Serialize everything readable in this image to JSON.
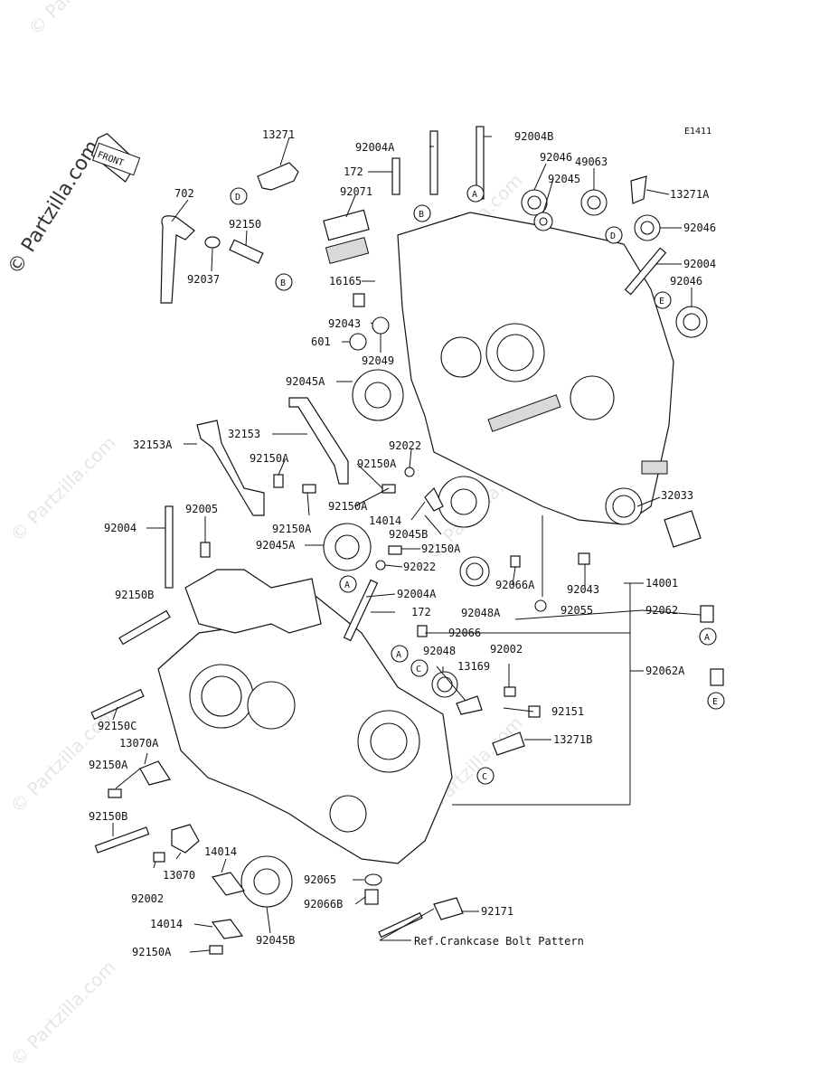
{
  "watermark": {
    "brand": "© Partzilla.com"
  },
  "diagram_code": "E1411",
  "front_stamp": "FRONT",
  "reference_note": "Ref.Crankcase Bolt Pattern",
  "markers": [
    "A",
    "B",
    "C",
    "D",
    "E"
  ],
  "labels": [
    {
      "id": "l13271",
      "text": "13271"
    },
    {
      "id": "l92004A_top",
      "text": "92004A"
    },
    {
      "id": "l92004B",
      "text": "92004B"
    },
    {
      "id": "l172_top",
      "text": "172"
    },
    {
      "id": "l92046_a",
      "text": "92046"
    },
    {
      "id": "l49063",
      "text": "49063"
    },
    {
      "id": "l92045_a",
      "text": "92045"
    },
    {
      "id": "l702",
      "text": "702"
    },
    {
      "id": "l92071",
      "text": "92071"
    },
    {
      "id": "l13271A",
      "text": "13271A"
    },
    {
      "id": "l92150",
      "text": "92150"
    },
    {
      "id": "l92046_b",
      "text": "92046"
    },
    {
      "id": "l92037",
      "text": "92037"
    },
    {
      "id": "l92004_r",
      "text": "92004"
    },
    {
      "id": "l16165",
      "text": "16165"
    },
    {
      "id": "l92046_c",
      "text": "92046"
    },
    {
      "id": "l92043_a",
      "text": "92043"
    },
    {
      "id": "l601",
      "text": "601"
    },
    {
      "id": "l92049",
      "text": "92049"
    },
    {
      "id": "l92045A_a",
      "text": "92045A"
    },
    {
      "id": "l32153",
      "text": "32153"
    },
    {
      "id": "l32153A",
      "text": "32153A"
    },
    {
      "id": "l92022_a",
      "text": "92022"
    },
    {
      "id": "l92150A_a",
      "text": "92150A"
    },
    {
      "id": "l92150A_b",
      "text": "92150A"
    },
    {
      "id": "l92150A_c",
      "text": "92150A"
    },
    {
      "id": "l14014_a",
      "text": "14014"
    },
    {
      "id": "l32033",
      "text": "32033"
    },
    {
      "id": "l92004_l",
      "text": "92004"
    },
    {
      "id": "l92005",
      "text": "92005"
    },
    {
      "id": "l92150A_d",
      "text": "92150A"
    },
    {
      "id": "l92045A_b",
      "text": "92045A"
    },
    {
      "id": "l92045B_a",
      "text": "92045B"
    },
    {
      "id": "l92150A_e",
      "text": "92150A"
    },
    {
      "id": "l92022_b",
      "text": "92022"
    },
    {
      "id": "l92043_b",
      "text": "92043"
    },
    {
      "id": "l14001",
      "text": "14001"
    },
    {
      "id": "l92150B_a",
      "text": "92150B"
    },
    {
      "id": "l92004A_mid",
      "text": "92004A"
    },
    {
      "id": "l92048A",
      "text": "92048A"
    },
    {
      "id": "l92066A",
      "text": "92066A"
    },
    {
      "id": "l92062",
      "text": "92062"
    },
    {
      "id": "l92055",
      "text": "92055"
    },
    {
      "id": "l172_mid",
      "text": "172"
    },
    {
      "id": "l92066",
      "text": "92066"
    },
    {
      "id": "l92048",
      "text": "92048"
    },
    {
      "id": "l92002_a",
      "text": "92002"
    },
    {
      "id": "l92062A",
      "text": "92062A"
    },
    {
      "id": "l13169",
      "text": "13169"
    },
    {
      "id": "l92151",
      "text": "92151"
    },
    {
      "id": "l92150C",
      "text": "92150C"
    },
    {
      "id": "l13070A",
      "text": "13070A"
    },
    {
      "id": "l13271B",
      "text": "13271B"
    },
    {
      "id": "l92150A_f",
      "text": "92150A"
    },
    {
      "id": "l92150B_b",
      "text": "92150B"
    },
    {
      "id": "l14014_b",
      "text": "14014"
    },
    {
      "id": "l13070",
      "text": "13070"
    },
    {
      "id": "l92002_b",
      "text": "92002"
    },
    {
      "id": "l92065",
      "text": "92065"
    },
    {
      "id": "l92066B",
      "text": "92066B"
    },
    {
      "id": "l92171",
      "text": "92171"
    },
    {
      "id": "l14014_c",
      "text": "14014"
    },
    {
      "id": "l92045B_b",
      "text": "92045B"
    },
    {
      "id": "l92150A_g",
      "text": "92150A"
    }
  ]
}
